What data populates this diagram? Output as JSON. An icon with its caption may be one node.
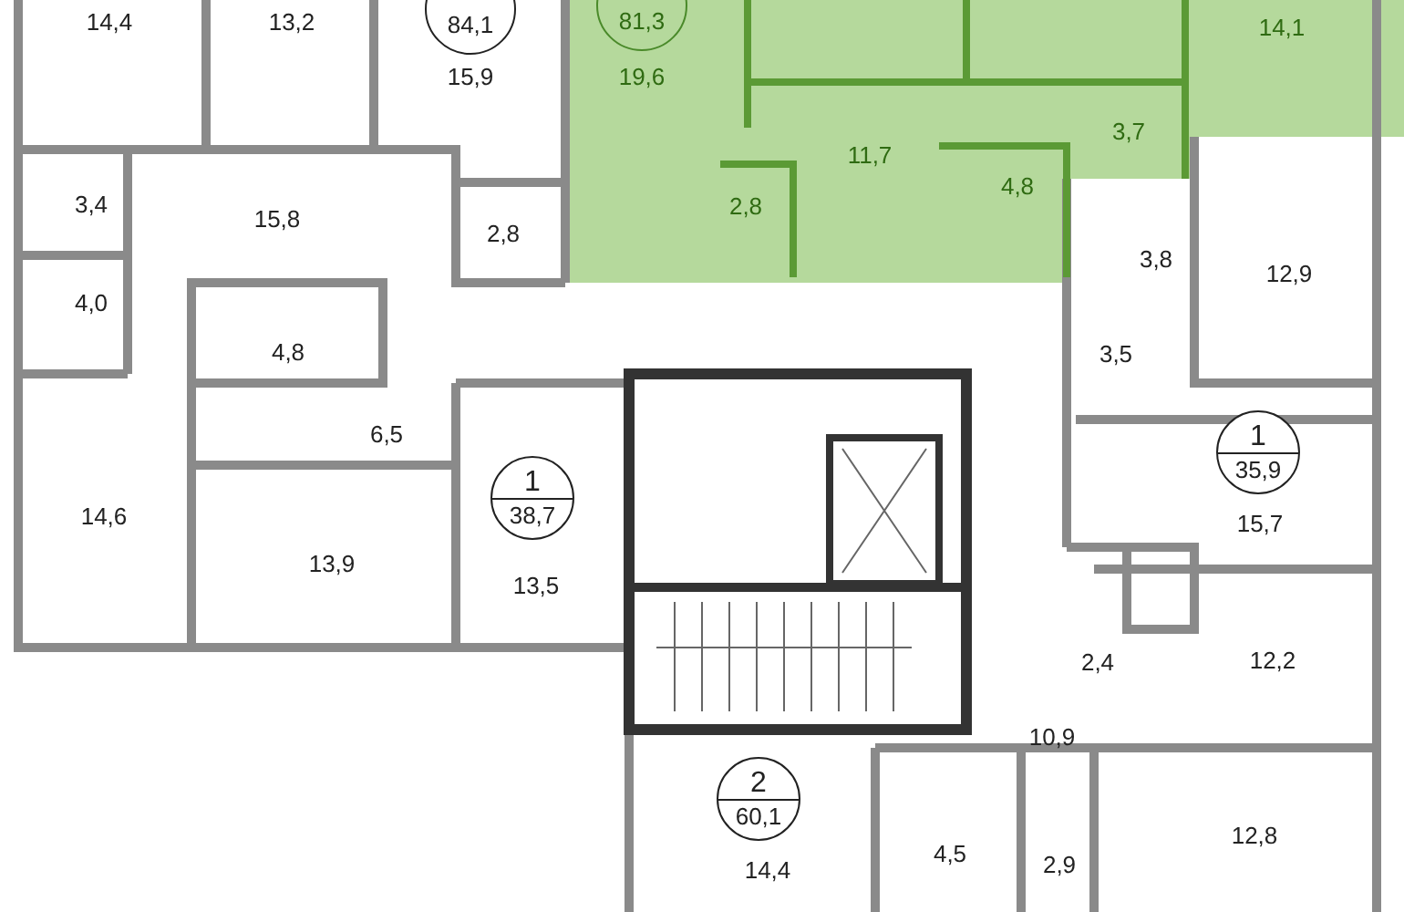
{
  "diagram": {
    "nodes": [
      {
        "text": [
          "84,1"
        ]
      },
      {
        "text": [
          "81,3"
        ]
      },
      {
        "text": [
          "1",
          "35,9"
        ]
      },
      {
        "text": [
          "1",
          "38,7"
        ]
      },
      {
        "text": [
          "2",
          "60,1"
        ]
      }
    ],
    "labels": [
      "14,4",
      "13,2",
      "15,9",
      "19,6",
      "14,1",
      "11,7",
      "3,7",
      "2,8",
      "4,8",
      "3,4",
      "15,8",
      "2,8",
      "3,8",
      "12,9",
      "4,0",
      "4,8",
      "3,5",
      "6,5",
      "14,6",
      "15,7",
      "13,9",
      "13,5",
      "2,4",
      "12,2",
      "10,9",
      "14,4",
      "4,5",
      "2,9",
      "12,8"
    ]
  }
}
